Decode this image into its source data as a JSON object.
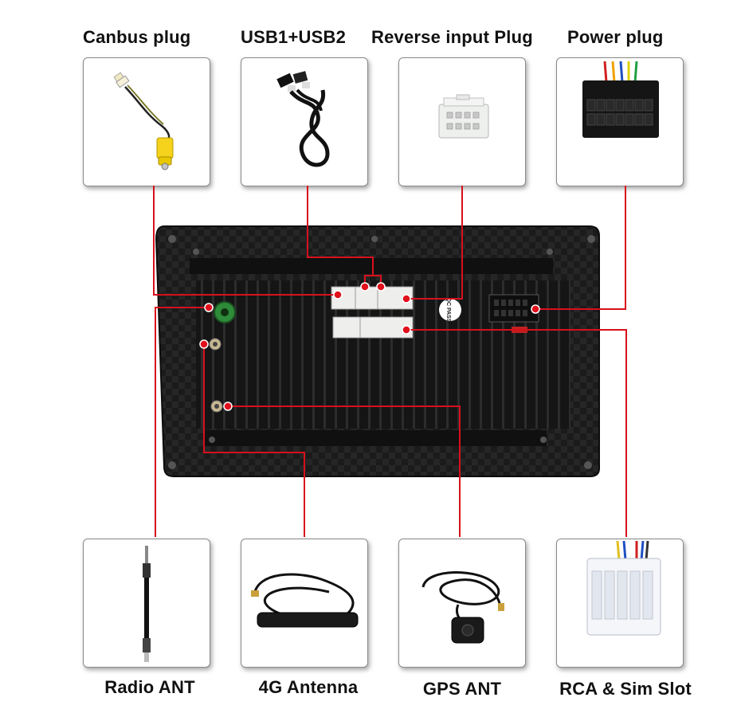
{
  "top_labels": [
    "Canbus plug",
    "USB1+USB2",
    "Reverse input Plug",
    "Power plug"
  ],
  "bottom_labels": [
    "Radio ANT",
    "4G Antenna",
    "GPS ANT",
    "RCA & Sim Slot"
  ],
  "sticker_text": "QC PASS",
  "colors": {
    "wire": "#d8101c",
    "panel": "#1a1a1a",
    "card_border": "#8a8a8a"
  },
  "components": {
    "canbus": "canbus-plug-icon",
    "usb": "usb-cable-icon",
    "reverse": "reverse-plug-icon",
    "power": "power-plug-icon",
    "radio": "radio-antenna-icon",
    "lte": "4g-antenna-icon",
    "gps": "gps-antenna-icon",
    "rca": "rca-sim-plug-icon"
  }
}
